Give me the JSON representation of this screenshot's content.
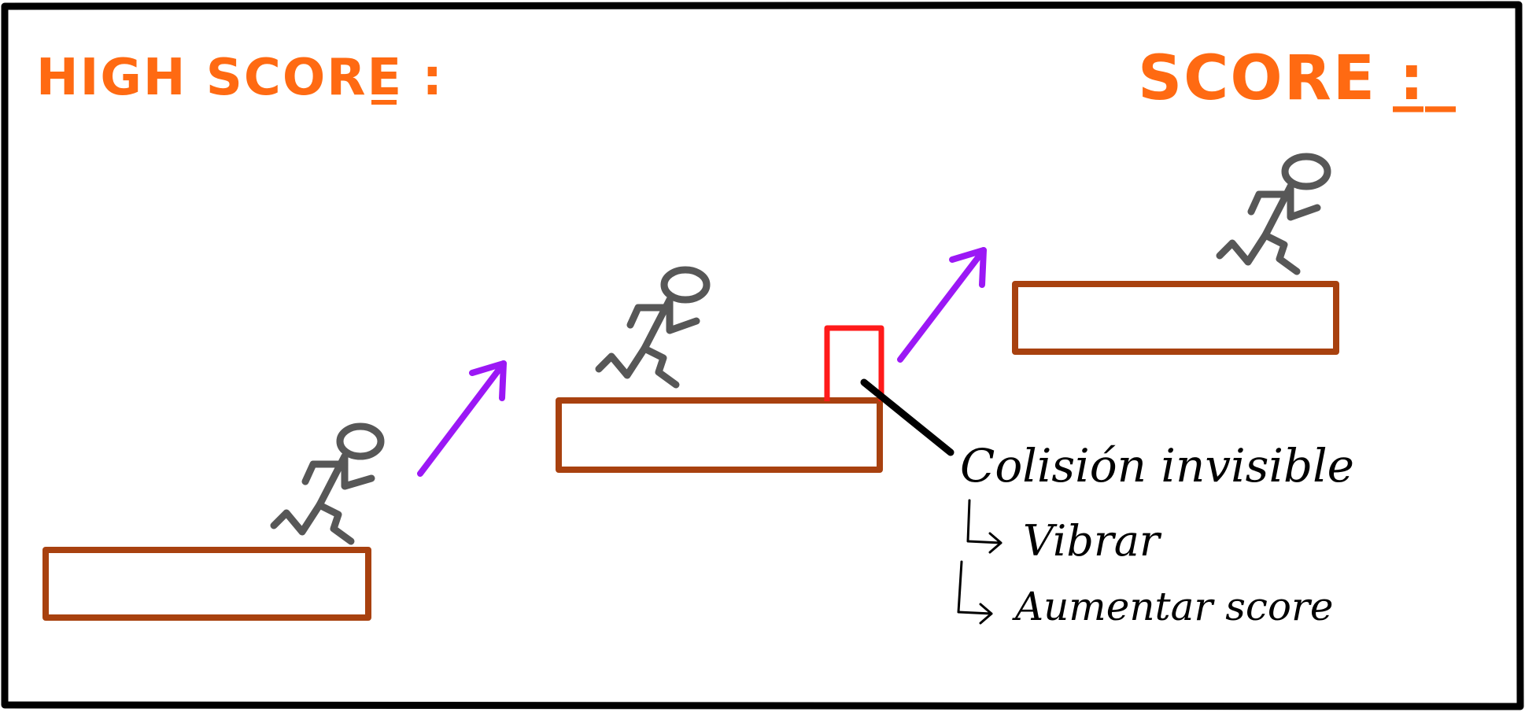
{
  "hud": {
    "high_score_label": "HIGH SCORE :",
    "high_score_value": "_",
    "score_label": "SCORE :",
    "score_value": "__"
  },
  "annotation": {
    "title": "Colisión invisible",
    "items": [
      "Vibrar",
      "Aumentar score"
    ]
  },
  "colors": {
    "hud": "#ff6a12",
    "platform": "#a8410f",
    "jump_arrow": "#9b18f5",
    "collider": "#ff1a1a",
    "player": "#575757",
    "frame": "#000000"
  },
  "icons": {
    "player": "stick-figure-running-icon",
    "jump": "arrow-up-right-icon"
  }
}
